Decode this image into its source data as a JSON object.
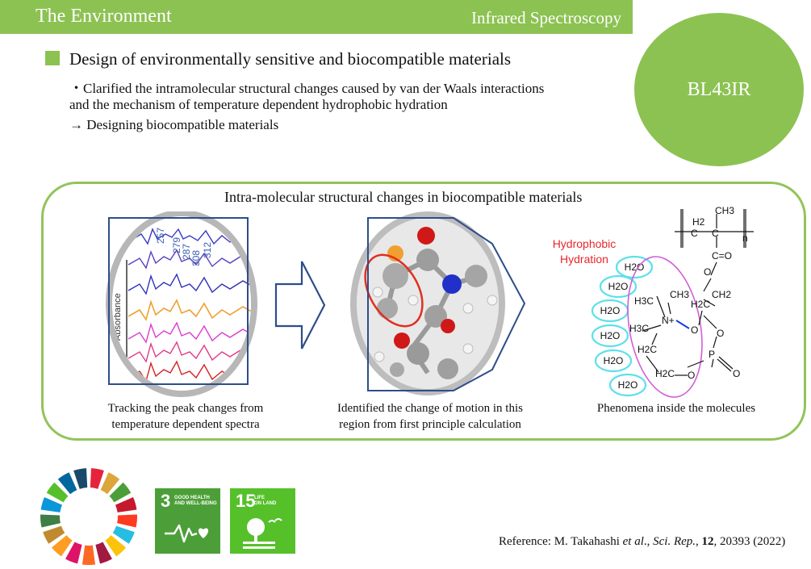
{
  "header": {
    "category": "The Environment",
    "technique": "Infrared Spectroscopy",
    "beamline": "BL43IR"
  },
  "content": {
    "heading": "Design of environmentally sensitive and biocompatible materials",
    "line1": "・Clarified the intramolecular structural changes caused by van der Waals interactions",
    "line2": "and the mechanism of temperature dependent hydrophobic hydration",
    "line3": "→ Designing biocompatible materials"
  },
  "panel": {
    "title": "Intra-molecular structural changes in biocompatible materials",
    "spectra": {
      "ylabel": "Absorbance",
      "peaks": [
        "257",
        "279",
        "287",
        "308",
        "312"
      ]
    },
    "caption1_line1": "Tracking the peak changes from",
    "caption1_line2": "temperature dependent spectra",
    "caption2_line1": "Identified the change of motion in this",
    "caption2_line2": "region from first principle calculation",
    "caption3": "Phenomena inside the molecules",
    "hydrophobic_line1": "Hydrophobic",
    "hydrophobic_line2": "Hydration",
    "water_label": "H2O",
    "structure": {
      "ch3_top": "CH3",
      "h2": "H2",
      "c1": "C",
      "c2": "C",
      "n_sub": "n",
      "carbonyl": "C=O",
      "o_ester": "O",
      "ch2": "CH2",
      "h2c_a": "H2C",
      "h3c_a": "H3C",
      "ch3_b": "CH3",
      "nplus": "N+",
      "h3c_b": "H3C",
      "h2c_b": "H2C",
      "h2c_c": "H2C",
      "o_right": "O",
      "o_minus": "O",
      "p": "P",
      "o_eq": "O",
      "o_bottom": "O"
    }
  },
  "sdg": {
    "goal3_num": "3",
    "goal3_label1": "GOOD HEALTH",
    "goal3_label2": "AND WELL-BEING",
    "goal3_color": "#4c9f38",
    "goal15_num": "15",
    "goal15_label1": "LIFE",
    "goal15_label2": "ON LAND",
    "goal15_color": "#56c02b"
  },
  "reference": {
    "prefix": "Reference: M. Takahashi ",
    "etal": "et al",
    "sep1": "., ",
    "journal": "Sci. Rep.",
    "sep2": ", ",
    "volume": "12",
    "rest": ", 20393 (2022)"
  },
  "colors": {
    "accent_green": "#8cc252",
    "panel_border": "#92c45a",
    "frame_blue": "#2e4d8a",
    "hydrophobic_red": "#e8262a",
    "water_cyan": "#5ee0ea",
    "pink_oval": "#d25dd8"
  }
}
